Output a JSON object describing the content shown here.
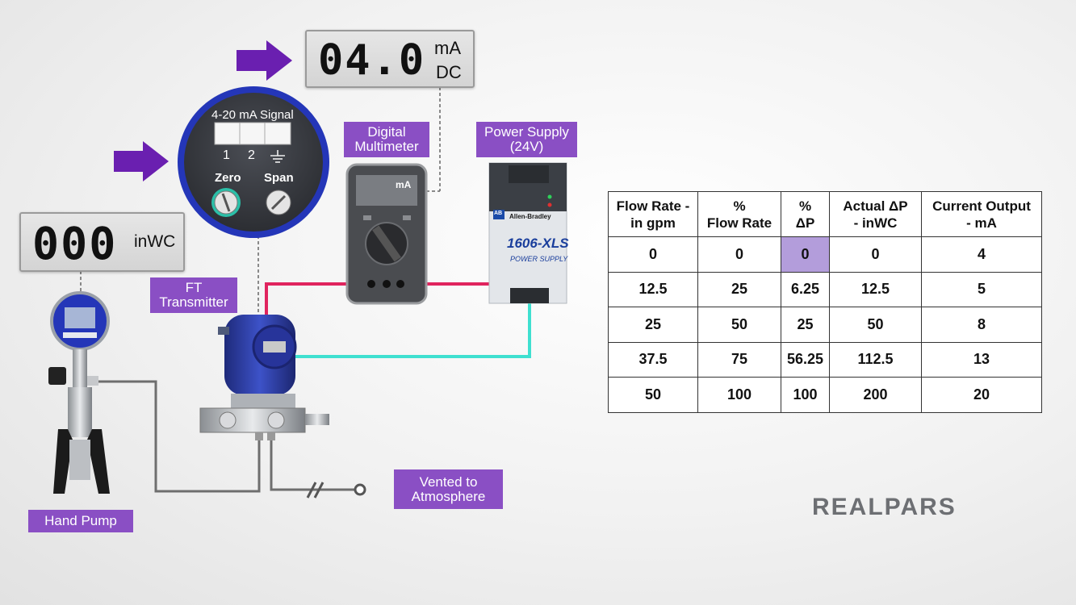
{
  "multimeter_display": {
    "value": "04.0",
    "unit_top": "mA",
    "unit_bottom": "DC"
  },
  "pressure_display": {
    "value": "000",
    "unit": "inWC"
  },
  "transmitter_face": {
    "signal_label": "4-20 mA Signal",
    "terminal_1": "1",
    "terminal_2": "2",
    "zero_label": "Zero",
    "span_label": "Span"
  },
  "labels": {
    "digital_multimeter": [
      "Digital",
      "Multimeter"
    ],
    "power_supply": [
      "Power Supply",
      "(24V)"
    ],
    "ft_transmitter": [
      "FT",
      "Transmitter"
    ],
    "hand_pump": "Hand Pump",
    "vented": [
      "Vented to",
      "Atmosphere"
    ]
  },
  "multimeter": {
    "unit": "mA"
  },
  "power_supply_device": {
    "brand": "Allen-Bradley",
    "badge": "AB",
    "model": "1606-XLS",
    "subtitle": "POWER SUPPLY"
  },
  "table": {
    "headers": [
      [
        "Flow Rate -",
        "in gpm"
      ],
      [
        "%",
        "Flow Rate"
      ],
      [
        "%",
        "ΔP"
      ],
      [
        "Actual  ΔP",
        "- inWC"
      ],
      [
        "Current Output",
        "- mA"
      ]
    ],
    "rows": [
      [
        "0",
        "0",
        "0",
        "0",
        "4"
      ],
      [
        "12.5",
        "25",
        "6.25",
        "12.5",
        "5"
      ],
      [
        "25",
        "50",
        "25",
        "50",
        "8"
      ],
      [
        "37.5",
        "75",
        "56.25",
        "112.5",
        "13"
      ],
      [
        "50",
        "100",
        "100",
        "200",
        "20"
      ]
    ],
    "highlight": {
      "row": 0,
      "col": 2,
      "color": "#b39ddb"
    }
  },
  "logo": "REALPARS",
  "colors": {
    "label_bg": "#8a4fc4",
    "arrow": "#6a1fb0",
    "red_wire": "#e0245e",
    "cyan_wire": "#3fe0d0",
    "transmitter_body": "#2f3fa8",
    "gray_line": "#6e6e6e"
  },
  "icons": [
    "arrow-right-icon",
    "ground-icon",
    "break-mark-icon"
  ]
}
